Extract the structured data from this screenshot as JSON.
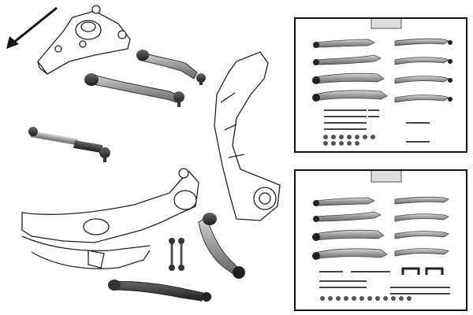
{
  "image": {
    "kind": "product-illustration",
    "subject": "suspension-control-arm-kit",
    "background_color": "#ffffff",
    "line_art_color": "#222222",
    "part_metal_color": "#8a8a8a",
    "part_dark_color": "#2a2a2a",
    "panel_border_color": "#111111"
  },
  "panels": [
    {
      "name": "kit-panel-top",
      "box_icon": "parts-box-icon"
    },
    {
      "name": "kit-panel-bottom",
      "box_icon": "parts-box-icon"
    }
  ],
  "icons": {
    "direction_arrow": "arrow-down-left-icon"
  }
}
